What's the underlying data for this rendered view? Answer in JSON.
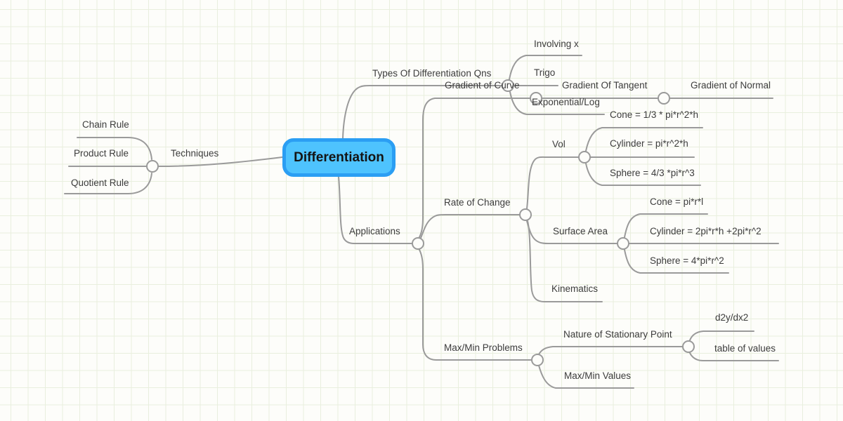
{
  "colors": {
    "root_fill": "#4ec3fe",
    "root_border": "#2b9ef3",
    "connector": "#9a9a9a",
    "label_text": "#3c3c3c",
    "grid_line": "#e9efde"
  },
  "map": {
    "root": {
      "label": "Differentiation"
    },
    "techniques": {
      "label": "Techniques",
      "chain": "Chain Rule",
      "product": "Product Rule",
      "quotient": "Quotient Rule"
    },
    "types_of_qns": {
      "label": "Types Of Differentiation Qns",
      "involving_x": "Involving x",
      "trigo": "Trigo",
      "exponential_log": "Exponential/Log"
    },
    "applications": {
      "label": "Applications",
      "gradient_of_curve": {
        "label": "Gradient of Curve",
        "gradient_of_tangent": {
          "label": "Gradient Of Tangent",
          "gradient_of_normal": "Gradient of Normal"
        }
      },
      "rate_of_change": {
        "label": "Rate of Change",
        "vol": {
          "label": "Vol",
          "cone": "Cone = 1/3 * pi*r^2*h",
          "cylinder": "Cylinder = pi*r^2*h",
          "sphere": "Sphere = 4/3 *pi*r^3"
        },
        "surface_area": {
          "label": "Surface Area",
          "cone": "Cone = pi*r*l",
          "cylinder": "Cylinder = 2pi*r*h +2pi*r^2",
          "sphere": "Sphere = 4*pi*r^2"
        },
        "kinematics": "Kinematics"
      },
      "max_min_problems": {
        "label": "Max/Min Problems",
        "nature_of_stationary_point": {
          "label": "Nature of Stationary Point",
          "d2y_dx2": "d2y/dx2",
          "table_of_values": "table of values"
        },
        "max_min_values": "Max/Min Values"
      }
    }
  }
}
